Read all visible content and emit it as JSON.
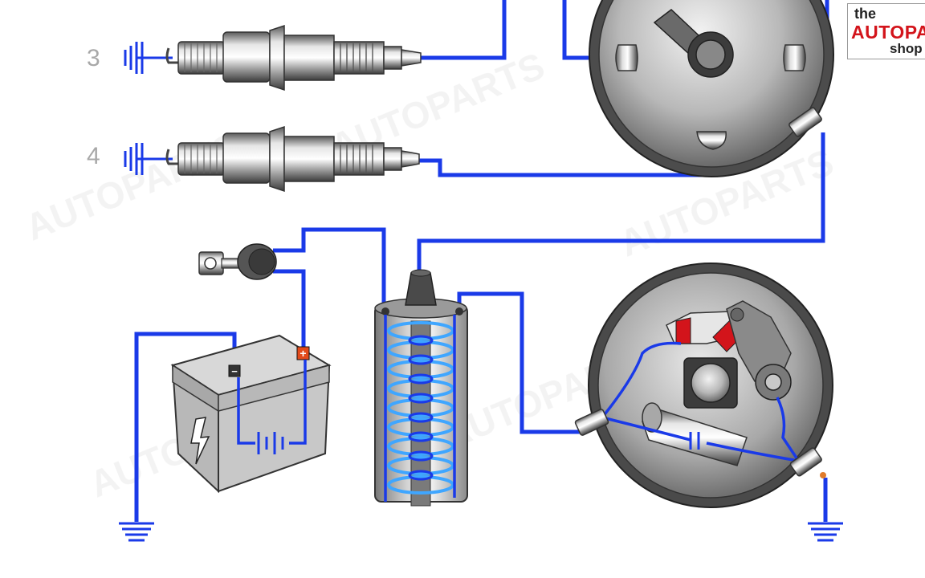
{
  "spark_plugs": [
    {
      "number": "3"
    },
    {
      "number": "4"
    }
  ],
  "battery": {
    "negative_symbol": "−",
    "positive_symbol": "+"
  },
  "logo": {
    "line1": "the",
    "line2": "AUTOPA",
    "line3": "shop"
  },
  "colors": {
    "wire": "#1a3ae8",
    "coil_winding": "#3fa6ff",
    "metal_dark": "#4a4a4a",
    "metal_light": "#d8d8d8",
    "accent_red": "#d3141b",
    "terminal_orange": "#e07b2a"
  }
}
